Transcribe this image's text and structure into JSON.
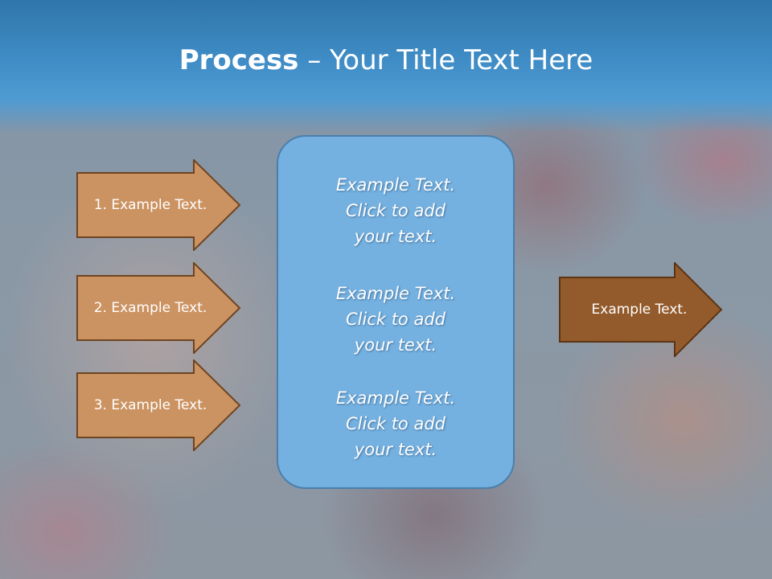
{
  "title": {
    "bold": "Process",
    "rest": " – Your Title Text Here"
  },
  "left_arrows": [
    {
      "label": "1. Example Text."
    },
    {
      "label": "2. Example Text."
    },
    {
      "label": "3. Example Text."
    }
  ],
  "center_box": {
    "blocks": [
      {
        "lines": [
          "Example Text.",
          "Click  to add",
          "your text."
        ]
      },
      {
        "lines": [
          "Example Text.",
          "Click  to add",
          "your text."
        ]
      },
      {
        "lines": [
          "Example Text.",
          "Click  to add",
          "your text."
        ]
      }
    ]
  },
  "right_arrow": {
    "label": "Example Text."
  },
  "colors": {
    "left_arrow_fill": "#cc9362",
    "left_arrow_border": "#6e4420",
    "right_arrow_fill": "#935b2c",
    "right_arrow_border": "#5c3414",
    "center_box_fill": "#74b1e0",
    "title_band": "#3f8cc6"
  }
}
